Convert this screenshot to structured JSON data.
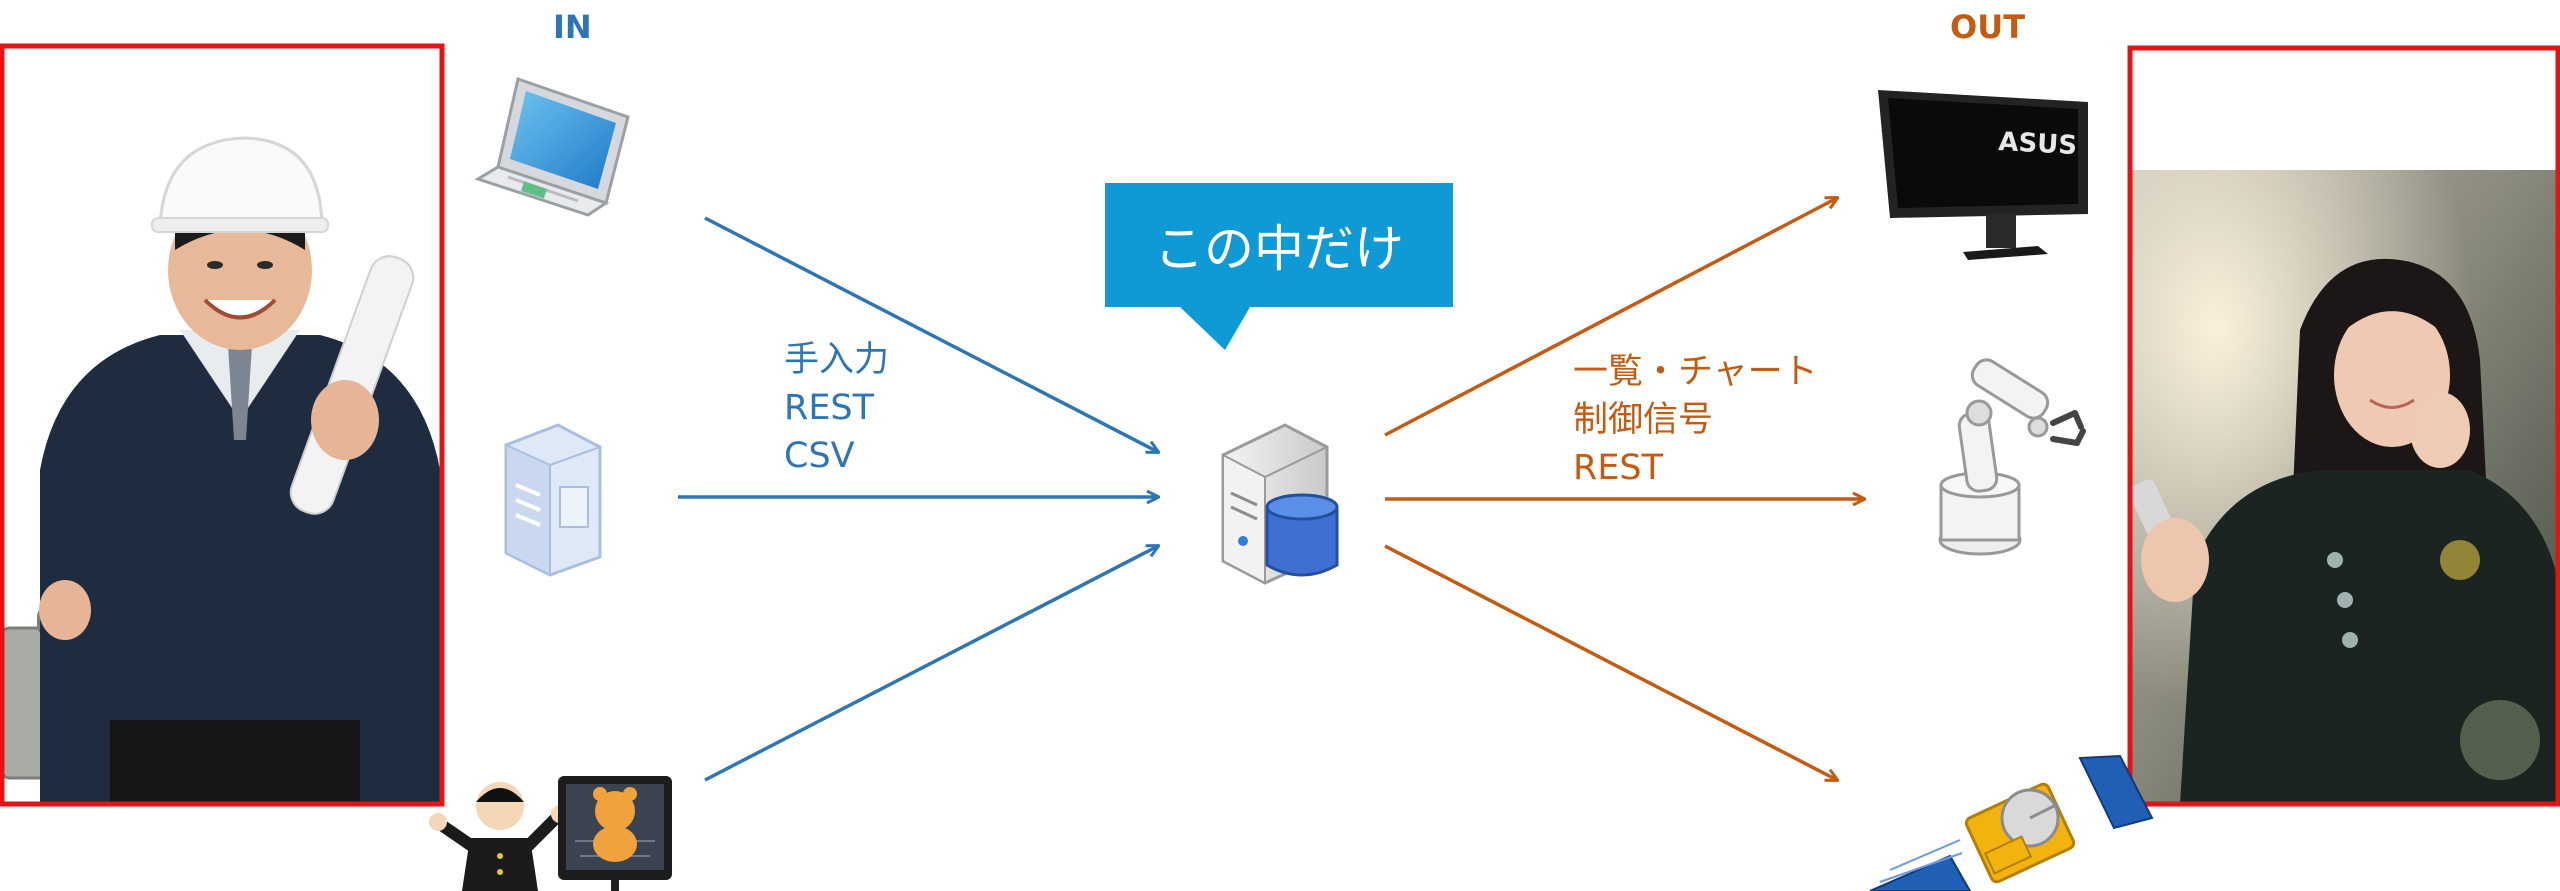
{
  "in_heading": "IN",
  "out_heading": "OUT",
  "callout": "この中だけ",
  "input_methods": [
    "手入力",
    "REST",
    "CSV"
  ],
  "output_methods": [
    "一覧・チャート",
    "制御信号",
    "REST"
  ],
  "monitor_brand": "ASUS",
  "colors": {
    "in_arrow": "#2e75b6",
    "out_arrow": "#c55a11",
    "callout_bg": "#0f9ad6",
    "frame": "#e31414"
  },
  "icons": {
    "inputs": [
      "laptop-icon",
      "server-tower-icon",
      "kids-and-screen-icon"
    ],
    "center": "server-database-icon",
    "outputs": [
      "monitor-icon",
      "robot-arm-icon",
      "satellite-icon"
    ],
    "people": [
      "worker-photo",
      "woman-with-phone-photo"
    ]
  }
}
